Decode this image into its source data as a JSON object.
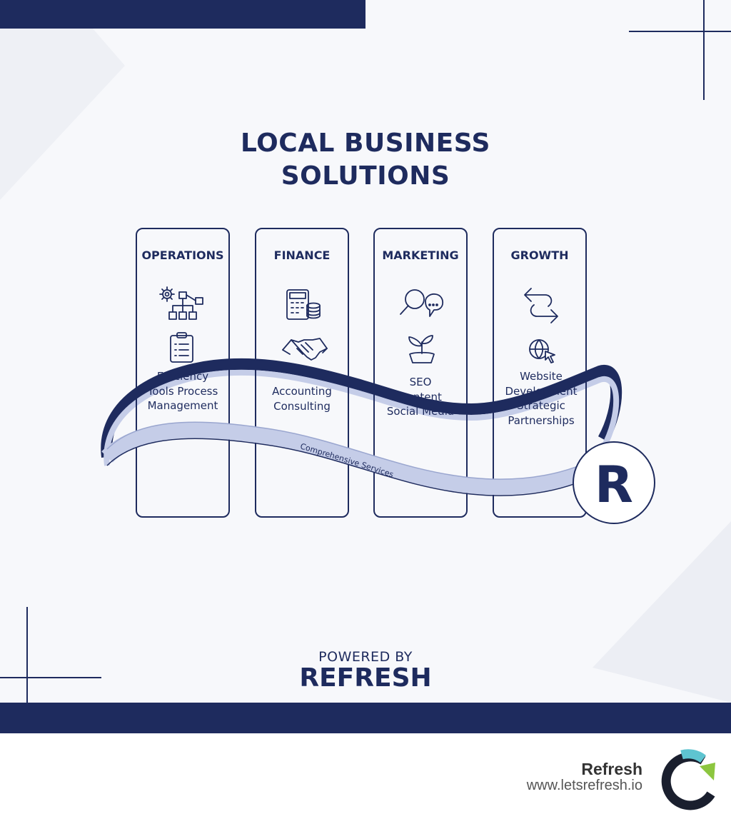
{
  "title": {
    "line1": "LOCAL BUSINESS",
    "line2": "SOLUTIONS"
  },
  "columns": [
    {
      "title": "OPERATIONS",
      "items": [
        "Efficiency",
        "Tools Process",
        "Management"
      ],
      "icons": [
        "gear-workflow-icon",
        "clipboard-checklist-icon"
      ]
    },
    {
      "title": "FINANCE",
      "items": [
        "Accounting",
        "Consulting"
      ],
      "icons": [
        "calculator-coins-icon",
        "handshake-icon"
      ]
    },
    {
      "title": "MARKETING",
      "items": [
        "SEO",
        "Content",
        "Social Media"
      ],
      "icons": [
        "magnifier-chat-icon",
        "plant-sprout-icon"
      ]
    },
    {
      "title": "GROWTH",
      "items": [
        "Website",
        "Development",
        "Strategic",
        "Partnerships"
      ],
      "icons": [
        "sync-arrows-icon",
        "globe-cursor-icon"
      ]
    }
  ],
  "ribbon_label": "Comprehensive Services",
  "logo_letter": "R",
  "powered_by": "POWERED BY",
  "brand": "REFRESH",
  "footer": {
    "name": "Refresh",
    "url": "www.letsrefresh.io"
  },
  "colors": {
    "navy": "#1e2b5e",
    "ribbon_light": "#c5cde8",
    "accent_cyan": "#5ec4d0",
    "accent_green": "#8cc63f"
  }
}
